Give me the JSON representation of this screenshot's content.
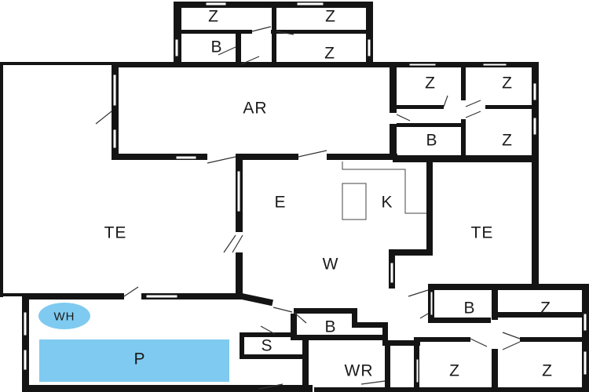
{
  "plan": {
    "rooms": {
      "z_top_left": "Z",
      "z_top_right": "Z",
      "b_top": "B",
      "z_top_mid": "Z",
      "ar": "AR",
      "z_ne_left": "Z",
      "z_ne_right": "Z",
      "b_ne": "B",
      "z_ne_bottom": "Z",
      "te_left": "TE",
      "e": "E",
      "k": "K",
      "te_right": "TE",
      "w": "W",
      "wh": "WH",
      "p": "P",
      "b_center": "B",
      "s": "S",
      "wr": "WR",
      "b_se": "B",
      "z_se_top": "Z",
      "z_se_left": "Z",
      "z_se_right": "Z"
    },
    "colors": {
      "wall": "#141414",
      "pool": "#7fcaf0",
      "water_heater": "#7fcaf0",
      "floor": "#ffffff"
    }
  }
}
